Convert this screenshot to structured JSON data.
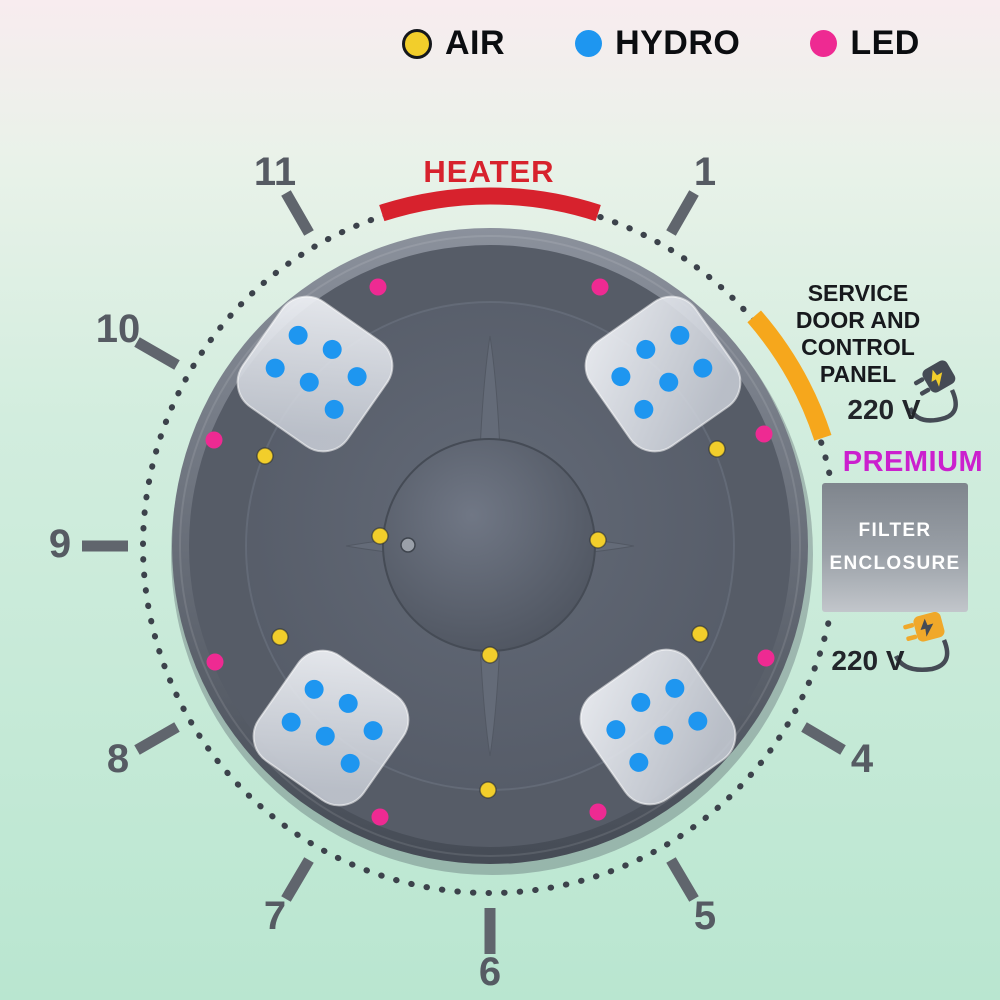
{
  "colors": {
    "air": "#f2ce2b",
    "hydro": "#1e96f0",
    "led": "#ee2a92",
    "heater": "#d7222d",
    "service_arc": "#f6a71c",
    "premium": "#cb20ce",
    "cord": "#454b55",
    "plug_dark": "#454b55",
    "plug_orange": "#f0a82a",
    "bolt_yellow": "#f2ce2b"
  },
  "legend": {
    "items": [
      {
        "label": "AIR",
        "color": "#f2ce2b"
      },
      {
        "label": "HYDRO",
        "color": "#1e96f0"
      },
      {
        "label": "LED",
        "color": "#ee2a92"
      }
    ]
  },
  "heater_label": "HEATER",
  "clock": {
    "labels": {
      "c1": "1",
      "c4": "4",
      "c5": "5",
      "c6": "6",
      "c7": "7",
      "c8": "8",
      "c9": "9",
      "c10": "10",
      "c11": "11"
    }
  },
  "service_panel": {
    "lines": [
      "SERVICE",
      "DOOR AND",
      "CONTROL",
      "PANEL"
    ],
    "voltage": "220 V"
  },
  "premium": {
    "label": "PREMIUM"
  },
  "filter": {
    "lines": [
      "FILTER",
      "ENCLOSURE"
    ],
    "voltage": "220 V"
  },
  "counts": {
    "seats": 4,
    "hydro_jets_per_seat": 6,
    "air_jets": 8,
    "led_lights": 8
  }
}
